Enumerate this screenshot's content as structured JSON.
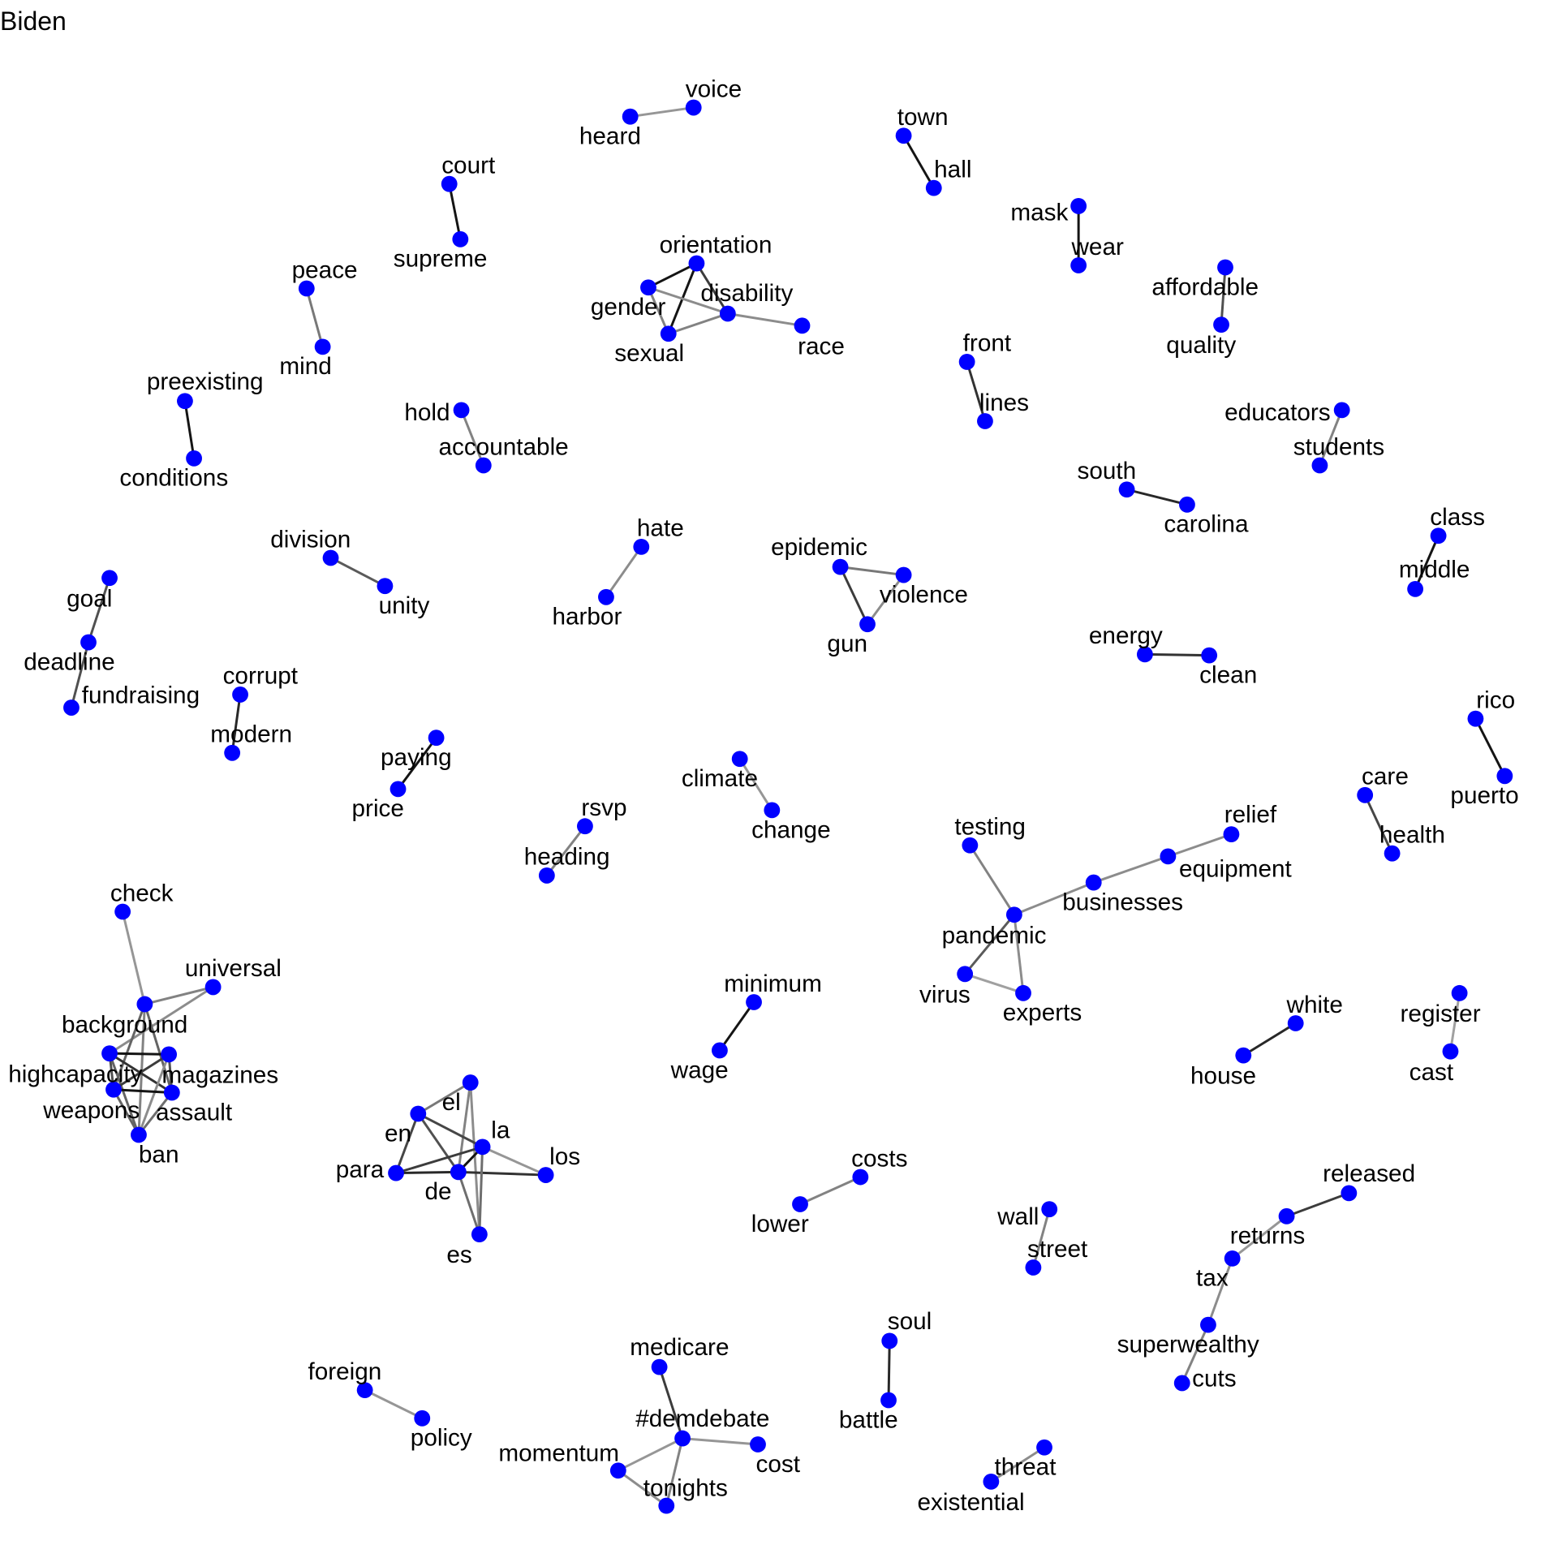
{
  "title": "Biden",
  "node_color": "#0000ff",
  "nodes": [
    "voice",
    "heard",
    "town",
    "hall",
    "court",
    "supreme",
    "mask",
    "wear",
    "orientation",
    "gender",
    "disability",
    "sexual",
    "race",
    "affordable",
    "quality",
    "peace",
    "mind",
    "front",
    "lines",
    "preexisting",
    "conditions",
    "hold",
    "accountable",
    "educators",
    "students",
    "south",
    "carolina",
    "class",
    "middle",
    "hate",
    "harbor",
    "division",
    "unity",
    "epidemic",
    "violence",
    "gun",
    "goal",
    "deadline",
    "fundraising",
    "energy",
    "clean",
    "corrupt",
    "modern",
    "rico",
    "puerto",
    "paying",
    "price",
    "climate",
    "change",
    "rsvp",
    "heading",
    "care",
    "health",
    "testing",
    "relief",
    "equipment",
    "businesses",
    "pandemic",
    "virus",
    "experts",
    "check",
    "universal",
    "background",
    "highcapacity",
    "magazines",
    "weapons",
    "assault",
    "ban",
    "minimum",
    "wage",
    "white",
    "house",
    "register",
    "cast",
    "el",
    "en",
    "la",
    "para",
    "de",
    "los",
    "es",
    "costs",
    "lower",
    "wall",
    "street",
    "released",
    "returns",
    "tax",
    "superwealthy",
    "cuts",
    "soul",
    "battle",
    "medicare",
    "#demdebate",
    "cost",
    "momentum",
    "tonights",
    "foreign",
    "policy",
    "threat",
    "existential"
  ],
  "edges": [
    [
      "heard",
      "voice",
      0.25
    ],
    [
      "town",
      "hall",
      0.9
    ],
    [
      "court",
      "supreme",
      0.9
    ],
    [
      "mask",
      "wear",
      0.9
    ],
    [
      "orientation",
      "gender",
      0.9
    ],
    [
      "orientation",
      "sexual",
      0.9
    ],
    [
      "orientation",
      "disability",
      0.7
    ],
    [
      "gender",
      "disability",
      0.3
    ],
    [
      "gender",
      "sexual",
      0.35
    ],
    [
      "sexual",
      "disability",
      0.35
    ],
    [
      "disability",
      "race",
      0.3
    ],
    [
      "affordable",
      "quality",
      0.6
    ],
    [
      "peace",
      "mind",
      0.4
    ],
    [
      "front",
      "lines",
      0.75
    ],
    [
      "preexisting",
      "conditions",
      0.9
    ],
    [
      "hold",
      "accountable",
      0.35
    ],
    [
      "educators",
      "students",
      0.35
    ],
    [
      "south",
      "carolina",
      0.8
    ],
    [
      "class",
      "middle",
      0.9
    ],
    [
      "hate",
      "harbor",
      0.3
    ],
    [
      "division",
      "unity",
      0.55
    ],
    [
      "epidemic",
      "violence",
      0.4
    ],
    [
      "epidemic",
      "gun",
      0.7
    ],
    [
      "gun",
      "violence",
      0.3
    ],
    [
      "goal",
      "deadline",
      0.6
    ],
    [
      "deadline",
      "fundraising",
      0.6
    ],
    [
      "energy",
      "clean",
      0.75
    ],
    [
      "corrupt",
      "modern",
      0.8
    ],
    [
      "rico",
      "puerto",
      0.9
    ],
    [
      "paying",
      "price",
      0.9
    ],
    [
      "climate",
      "change",
      0.25
    ],
    [
      "rsvp",
      "heading",
      0.35
    ],
    [
      "care",
      "health",
      0.65
    ],
    [
      "testing",
      "pandemic",
      0.35
    ],
    [
      "pandemic",
      "businesses",
      0.3
    ],
    [
      "businesses",
      "equipment",
      0.3
    ],
    [
      "equipment",
      "relief",
      0.3
    ],
    [
      "pandemic",
      "virus",
      0.55
    ],
    [
      "pandemic",
      "experts",
      0.3
    ],
    [
      "virus",
      "experts",
      0.2
    ],
    [
      "check",
      "background",
      0.25
    ],
    [
      "background",
      "universal",
      0.35
    ],
    [
      "universal",
      "highcapacity",
      0.3
    ],
    [
      "background",
      "weapons",
      0.5
    ],
    [
      "background",
      "assault",
      0.5
    ],
    [
      "background",
      "ban",
      0.35
    ],
    [
      "highcapacity",
      "magazines",
      0.9
    ],
    [
      "highcapacity",
      "assault",
      0.75
    ],
    [
      "highcapacity",
      "weapons",
      0.6
    ],
    [
      "highcapacity",
      "ban",
      0.5
    ],
    [
      "magazines",
      "weapons",
      0.7
    ],
    [
      "magazines",
      "assault",
      0.6
    ],
    [
      "magazines",
      "ban",
      0.3
    ],
    [
      "weapons",
      "assault",
      0.9
    ],
    [
      "weapons",
      "ban",
      0.5
    ],
    [
      "assault",
      "ban",
      0.45
    ],
    [
      "minimum",
      "wage",
      0.9
    ],
    [
      "white",
      "house",
      0.8
    ],
    [
      "register",
      "cast",
      0.2
    ],
    [
      "el",
      "en",
      0.4
    ],
    [
      "el",
      "de",
      0.35
    ],
    [
      "el",
      "es",
      0.3
    ],
    [
      "en",
      "la",
      0.65
    ],
    [
      "en",
      "de",
      0.6
    ],
    [
      "en",
      "para",
      0.65
    ],
    [
      "para",
      "la",
      0.7
    ],
    [
      "para",
      "de",
      0.8
    ],
    [
      "de",
      "la",
      0.9
    ],
    [
      "de",
      "los",
      0.75
    ],
    [
      "la",
      "los",
      0.25
    ],
    [
      "la",
      "es",
      0.45
    ],
    [
      "de",
      "es",
      0.45
    ],
    [
      "lower",
      "costs",
      0.35
    ],
    [
      "wall",
      "street",
      0.35
    ],
    [
      "released",
      "returns",
      0.7
    ],
    [
      "returns",
      "tax",
      0.25
    ],
    [
      "tax",
      "superwealthy",
      0.3
    ],
    [
      "superwealthy",
      "cuts",
      0.35
    ],
    [
      "soul",
      "battle",
      0.8
    ],
    [
      "medicare",
      "#demdebate",
      0.7
    ],
    [
      "#demdebate",
      "cost",
      0.25
    ],
    [
      "#demdebate",
      "momentum",
      0.25
    ],
    [
      "#demdebate",
      "tonights",
      0.35
    ],
    [
      "momentum",
      "tonights",
      0.3
    ],
    [
      "foreign",
      "policy",
      0.25
    ],
    [
      "threat",
      "existential",
      0.3
    ]
  ]
}
